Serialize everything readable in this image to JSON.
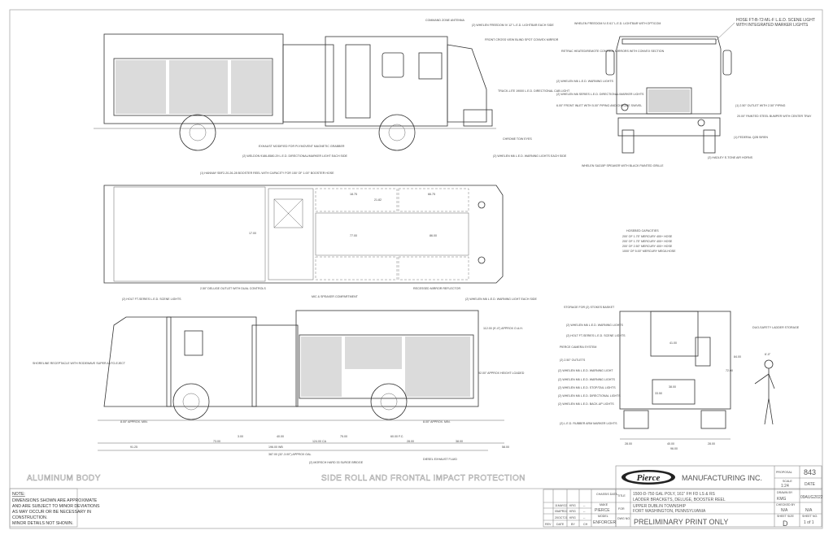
{
  "views": {
    "side_top": {
      "callouts": [
        "COMMAND ZONE ANTENNA",
        "(2) WHELEN FREEDOM IV 12\" L.E.D. LIGHTBAR EACH SIDE",
        "FRONT CROSS VIEW BLIND SPOT CONVEX MIRROR",
        "TRUCK-LITE 19000 L.E.D. DIRECTIONAL CAB LIGHT",
        "CHROME TOW EYES",
        "(2) WHELEN M6 L.E.D. WARNING LIGHTS EACH SIDE",
        "EXHAUST MODIFIED FOR PLYMOVENT MAGNETIC GRABBER",
        "(2) WELDON 9186-8580-29 L.E.D. DIRECTIONAL/MARKER LIGHT EACH SIDE"
      ]
    },
    "plan": {
      "callouts": [
        "(1) HANNAY SBF2-20-26-28 BOOSTER REEL WITH CAPACITY FOR 150' OF 1.00\" BOOSTER HOSE",
        "2.50\" DELUGE OUTLET WITH DUAL CONTROLS",
        "MIC & SPEAKER COMPARTMENT",
        "RECESSED MIRROR REFLECTOR"
      ],
      "dims": [
        "18.75",
        "21.82",
        "66.75",
        "77.00",
        "86.00",
        "17.00"
      ],
      "hosebed_title": "HOSEBED CAPACITIES",
      "hosebed": [
        "200' OF 1.75\" MERCURY 400+ HOSE",
        "200' OF 1.75\" MERCURY 400+ HOSE",
        "200' OF 2.50\" MERCURY 400+ HOSE",
        "1000' OF 5.00\" MERCURY MEGA HOSE"
      ]
    },
    "front": {
      "callouts": [
        "WHELEN FREEDOM IV-S 61\" L.E.D. LIGHTBAR WITH OPTICOM",
        "HOSE FT-B-72-ML-F L.E.D. SCENE LIGHT WITH INTEGRATED MARKER LIGHTS",
        "RETRAC HEATED/REMOTE CONTROL MIRRORS WITH CONVEX SECTION",
        "(2) WHELEN M6 L.E.D. WARNING LIGHTS",
        "(2) WHELEN M6 SERIES L.E.D. DIRECTIONAL/MARKER LIGHTS",
        "6.00\" FRONT INLET WITH 5.00\" PIPING AND CHROME SWIVEL",
        "(1) 2.50\" OUTLET WITH 2.50\" PIPING",
        "20.00\" PAINTED STEEL BUMPER WITH CENTER TRAY",
        "(1) FEDERAL Q2B SIREN",
        "(2) HADLEY E-TONE AIR HORNS",
        "WHELEN SA315P SPEAKER WITH BLACK PAINTED GRILLE"
      ]
    },
    "side_bottom": {
      "callouts": [
        "(2) HOLT FT-SERIES L.E.D. SCENE LIGHTS",
        "(2) WHELEN M6 L.E.D. WARNING LIGHT EACH SIDE",
        "SHORELINE RECEPTACLE WITH RODEWAVE SUPER AUTO-EJECT",
        "(2) MORSCH HARD 33 SURGE BRIDGE",
        "DIESEL EXHAUST FLUID"
      ],
      "dims": [
        "91.25",
        "73.00",
        "196.00 WB",
        "124.00 CA",
        "387.00 (32'-3.00\") APPROX OAL",
        "58.00",
        "3.00",
        "40.00",
        "75.00",
        "60.00 F.C.",
        "28.00",
        "38.00"
      ],
      "height_label": "112.00 (9'-4\") APPROX O.A.H.",
      "load_label": "92.00\" APPROX HEIGHT LOADED",
      "approach_left": "8.00\" APPROX. MIN.",
      "approach_right": "8.00\" APPROX. MIN."
    },
    "rear": {
      "callouts": [
        "STORAGE FOR (2) STOKES BASKET",
        "(2) WHELEN M6 L.E.D. WARNING LIGHTS",
        "(2) HOLT FT-SERIES L.E.D. SCENE LIGHTS",
        "PIERCE CAMERA SYSTEM",
        "(2) 2.50\" OUTLETS",
        "(2) WHELEN M6 L.E.D. WARNING LIGHT",
        "(2) WHELEN M6 L.E.D. WARNING LIGHTS",
        "(2) WHELEN M6 L.E.D. STOP/TAIL LIGHTS",
        "(2) WHELEN M6 L.E.D. DIRECTIONAL LIGHTS",
        "(2) WHELEN M6 L.E.D. BACK-UP LIGHTS",
        "(2) L.E.D. RUBBER ARM MARKER LIGHTS",
        "DUO-SAFETY LADDER STORAGE"
      ],
      "dims": [
        "28.00",
        "40.00",
        "28.00",
        "96.00",
        "84.00",
        "72.00",
        "41.00",
        "33.50",
        "38.00"
      ],
      "figure_label": "6'-0\""
    }
  },
  "banners": {
    "left": "ALUMINUM BODY",
    "right": "SIDE ROLL AND FRONTAL IMPACT PROTECTION"
  },
  "note": {
    "title": "NOTE:",
    "lines": [
      "DIMENSIONS SHOWN ARE APPROXIMATE",
      "AND ARE SUBJECT TO MINOR DEVIATIONS",
      "AS MAY OCCUR OR BE NECESSARY IN",
      "CONSTRUCTION.",
      "MINOR DETAILS NOT SHOWN."
    ]
  },
  "title_block": {
    "logo": "Pierce",
    "company": "MANUFACTURING INC.",
    "proposal_label": "PROPOSAL",
    "proposal": "843",
    "scale_label": "SCALE",
    "scale": "1:24",
    "date_label": "DATE",
    "chassis_label": "CHASSIS DATA",
    "title_label": "TITLE",
    "title_line1": "1500-D-750 GAL POLY, 161\" FH FD LS & RS",
    "title_line2": "LADDER BRACKETS, DELUGE, BOOSTER REEL",
    "drawn_by_label": "DRAWN BY",
    "drawn_by": "KMG",
    "drawn_date": "09AUG2022",
    "make_label": "MAKE",
    "make": "PIERCE",
    "for_label": "FOR",
    "for_line1": "UPPER DUBLIN TOWNSHIP",
    "for_line2": "FORT WASHINGTON, PENNSYLVANIA",
    "checked_label": "CHECKED BY",
    "checked": "N/A",
    "checked_date": "N/A",
    "model_label": "MODEL",
    "model": "ENFORCER",
    "dwg_label": "DWG NO.",
    "dwg": "PRELIMINARY PRINT ONLY",
    "sheet_size_label": "SHEET SIZE",
    "sheet_size": "D",
    "sheet_no_label": "SHEET NO.",
    "sheet_no": "1 of 1",
    "rev_headers": [
      "REV",
      "DATE",
      "BY",
      "CH"
    ],
    "revisions": [
      {
        "date": "11MAY22",
        "by": "KRG",
        "ch": "--"
      },
      {
        "date": "05APR22",
        "by": "KRG",
        "ch": "--"
      },
      {
        "date": "20OCT21",
        "by": "KRG",
        "ch": "--"
      }
    ]
  }
}
